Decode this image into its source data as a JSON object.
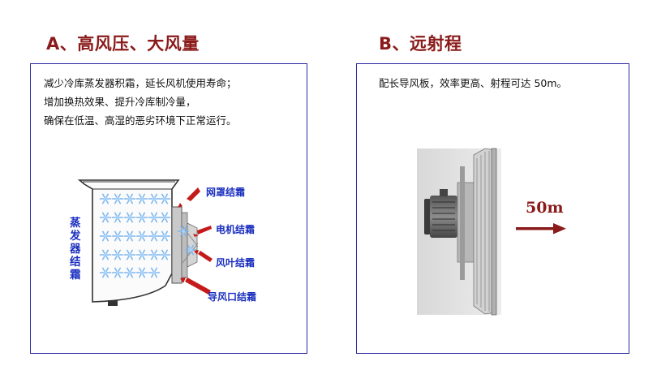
{
  "section_a": {
    "title": "A、高风压、大风量",
    "lines": [
      "减少冷库蒸发器积霜，延长风机使用寿命；",
      "增加换热效果、提升冷库制冷量，",
      "确保在低温、高湿的恶劣环境下正常运行。"
    ],
    "vertical_label": [
      "蒸",
      "发",
      "器",
      "结",
      "霜"
    ],
    "callouts": {
      "mesh": "网罩结霜",
      "motor": "电机结霜",
      "blade": "风叶结霜",
      "guide": "导风口结霜"
    }
  },
  "section_b": {
    "title": "B、远射程",
    "line": "配长导风板，效率更高、射程可达 50m。",
    "distance_label": "50m"
  },
  "colors": {
    "heading": "#8b1a1a",
    "border": "#2a2aa0",
    "label_blue": "#1b2fbf",
    "arrow_red": "#8b1a1a"
  }
}
